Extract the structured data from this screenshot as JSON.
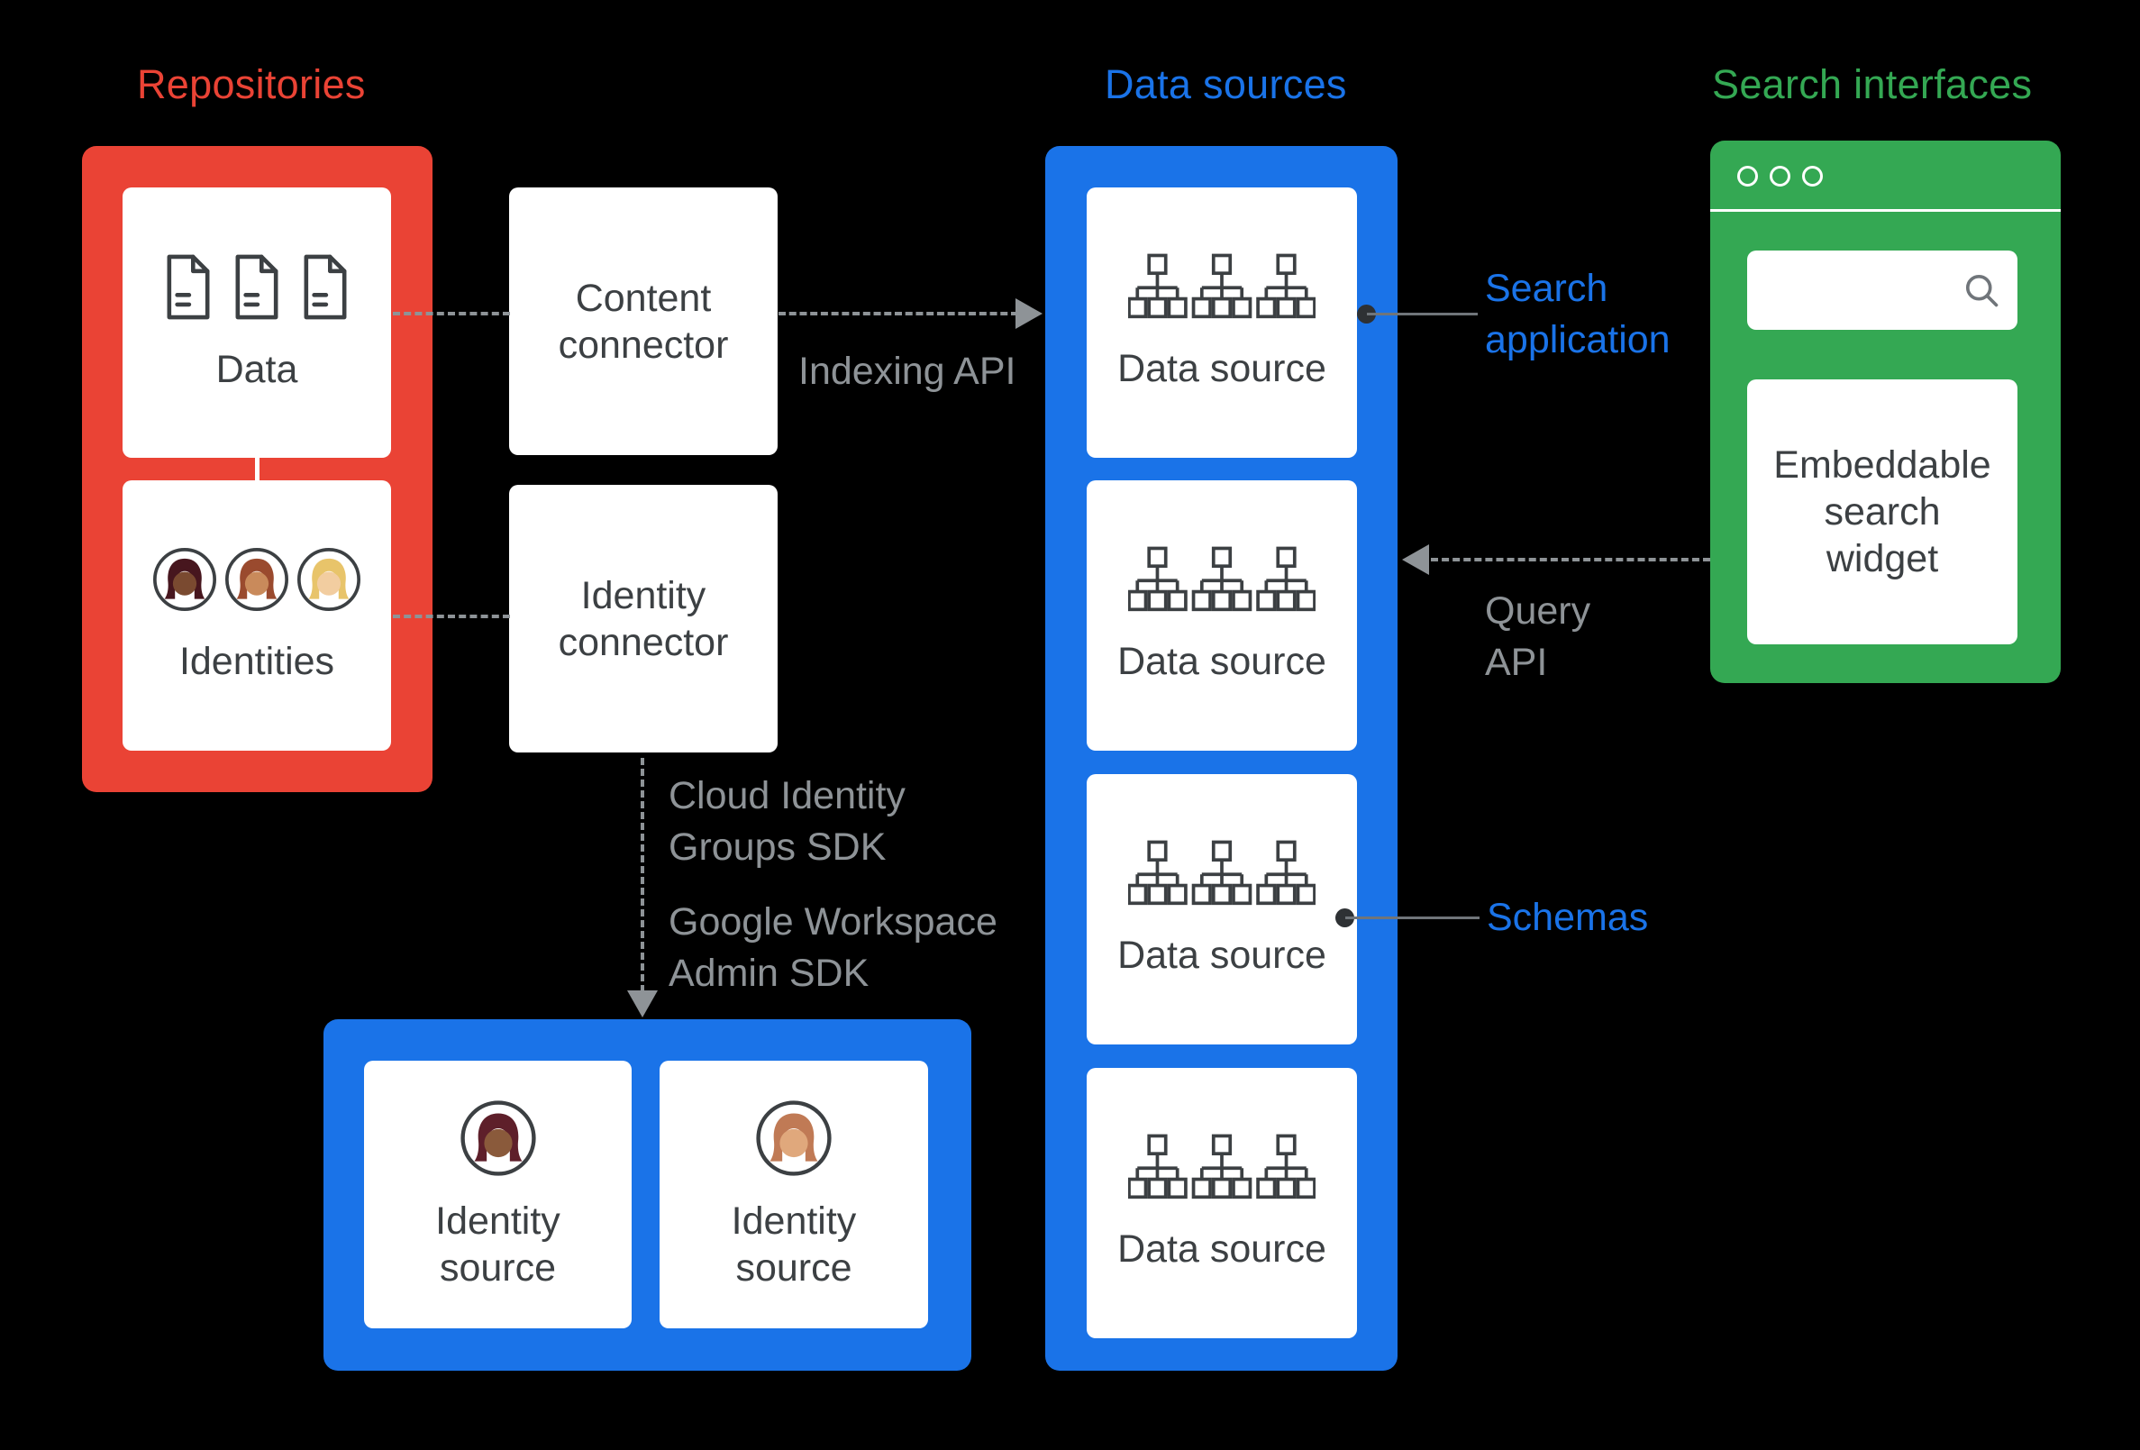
{
  "colors": {
    "background": "#000000",
    "red": "#EA4335",
    "blue": "#1A73E8",
    "green": "#34A853",
    "gray": "#8E9397",
    "dark": "#3C4043"
  },
  "sections": {
    "repositories": "Repositories",
    "data_sources": "Data sources",
    "search_interfaces": "Search interfaces"
  },
  "repositories": {
    "data_card": {
      "label": "Data",
      "icon": "document-icon"
    },
    "identities_card": {
      "label": "Identities",
      "icon": "person-avatar-icon"
    }
  },
  "connectors": {
    "content": "Content\nconnector",
    "identity": "Identity\nconnector"
  },
  "arrows": {
    "indexing_api": "Indexing API",
    "query_api": "Query\nAPI",
    "cloud_identity_sdk": "Cloud Identity\nGroups SDK",
    "workspace_sdk": "Google Workspace\nAdmin SDK"
  },
  "data_sources": {
    "items": [
      {
        "label": "Data source",
        "icon": "org-chart-icon"
      },
      {
        "label": "Data source",
        "icon": "org-chart-icon"
      },
      {
        "label": "Data source",
        "icon": "org-chart-icon"
      },
      {
        "label": "Data source",
        "icon": "org-chart-icon"
      }
    ]
  },
  "annotations": {
    "search_application": "Search\napplication",
    "schemas": "Schemas"
  },
  "search_interfaces": {
    "widget_label": "Embeddable\nsearch\nwidget",
    "search_box": {
      "icon": "search-icon"
    }
  },
  "identity_sources": {
    "items": [
      {
        "label": "Identity\nsource",
        "icon": "person-avatar-icon"
      },
      {
        "label": "Identity\nsource",
        "icon": "person-avatar-icon"
      }
    ]
  }
}
